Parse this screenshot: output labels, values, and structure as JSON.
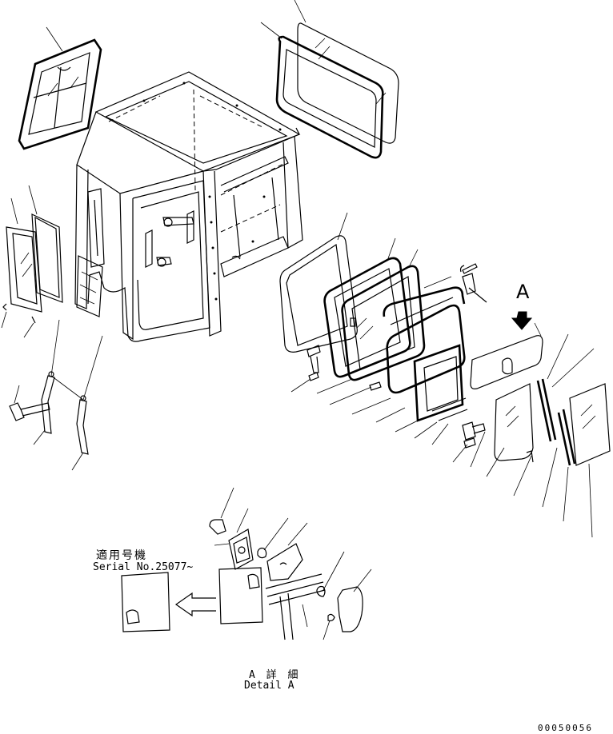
{
  "labels": {
    "serial_jp": "適用号機",
    "serial_en": "Serial No.25077~",
    "detail_jp": "A 詳 細",
    "detail_en": "Detail A",
    "callout_a": "A",
    "drawing_number": "00050056"
  },
  "colors": {
    "ink": "#000000",
    "paper": "#ffffff"
  }
}
